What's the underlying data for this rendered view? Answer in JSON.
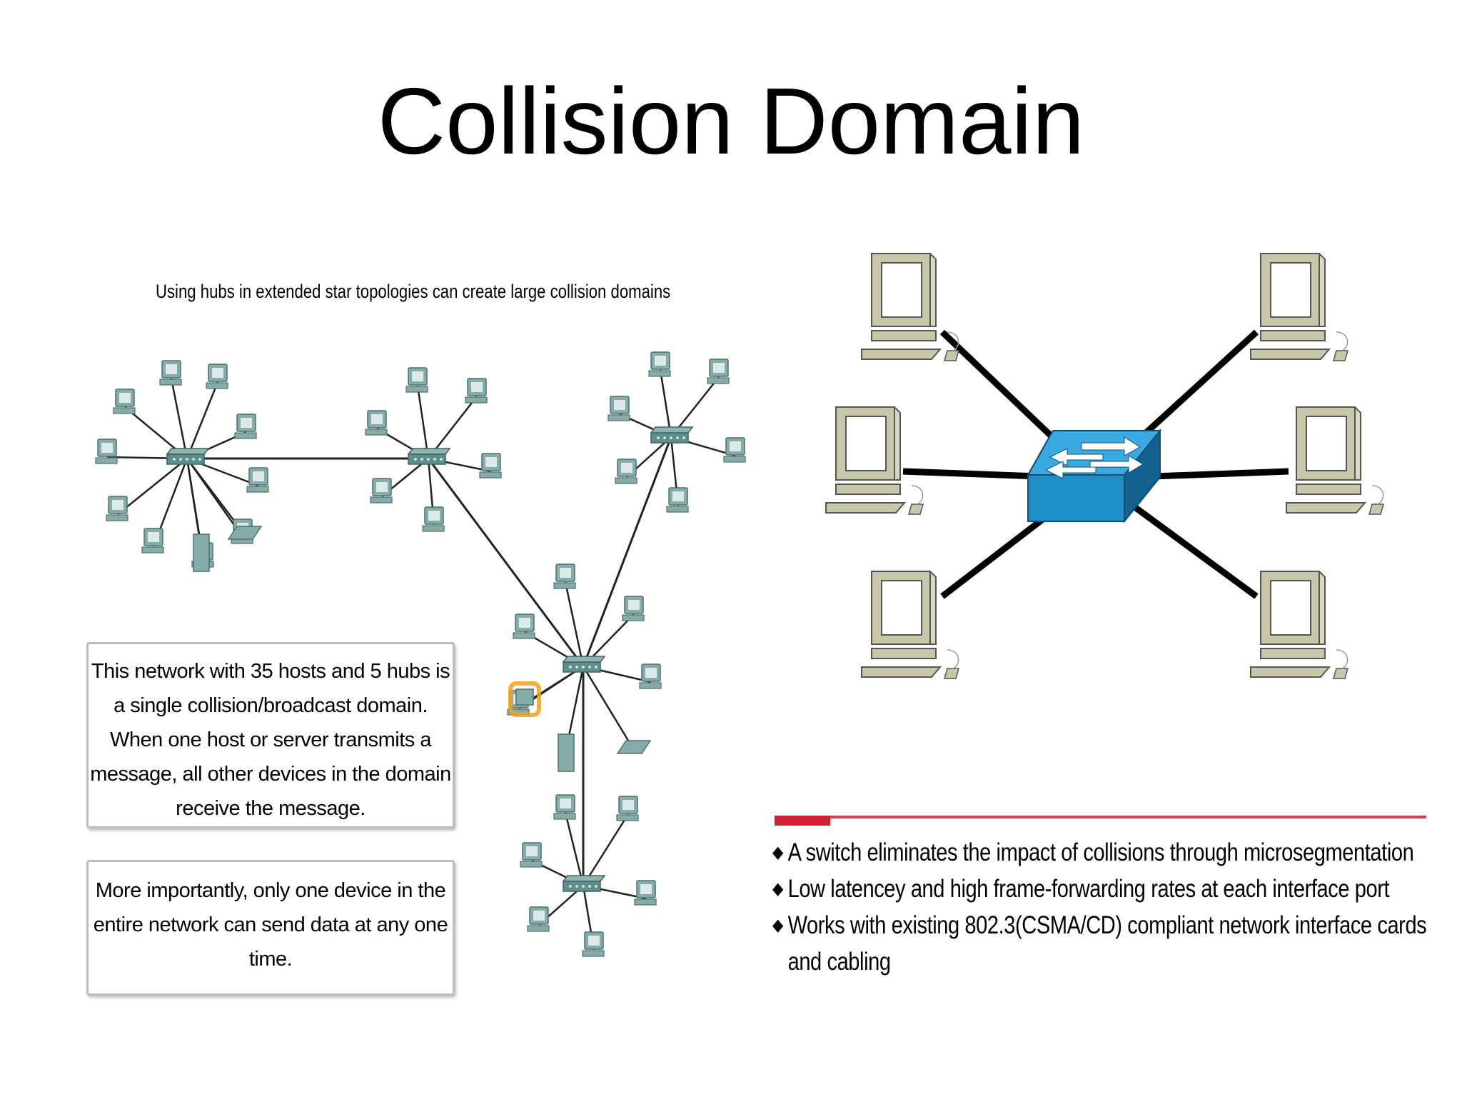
{
  "slide": {
    "title": "Collision Domain"
  },
  "left_diagram": {
    "caption": "Using hubs in extended star topologies can create large collision domains",
    "note1": "This network with 35 hosts and 5 hubs is a single collision/broadcast domain. When one host or server transmits a message, all other devices in the domain receive the message.",
    "note2": "More importantly, only one device in the entire network can send data at any one time.",
    "hub_color": "#5f8f8c",
    "host_color": "#86acaa",
    "highlight_color": "#f2a21b"
  },
  "right_diagram": {
    "switch_color": "#1f8fc7",
    "computer_color": "#c8c7aa",
    "bullets": [
      "A switch eliminates the impact of collisions through microsegmentation",
      "Low latencey and high frame-forwarding rates at each interface port",
      "Works with existing 802.3(CSMA/CD) compliant network interface cards and cabling"
    ],
    "accent_color": "#d12033"
  }
}
